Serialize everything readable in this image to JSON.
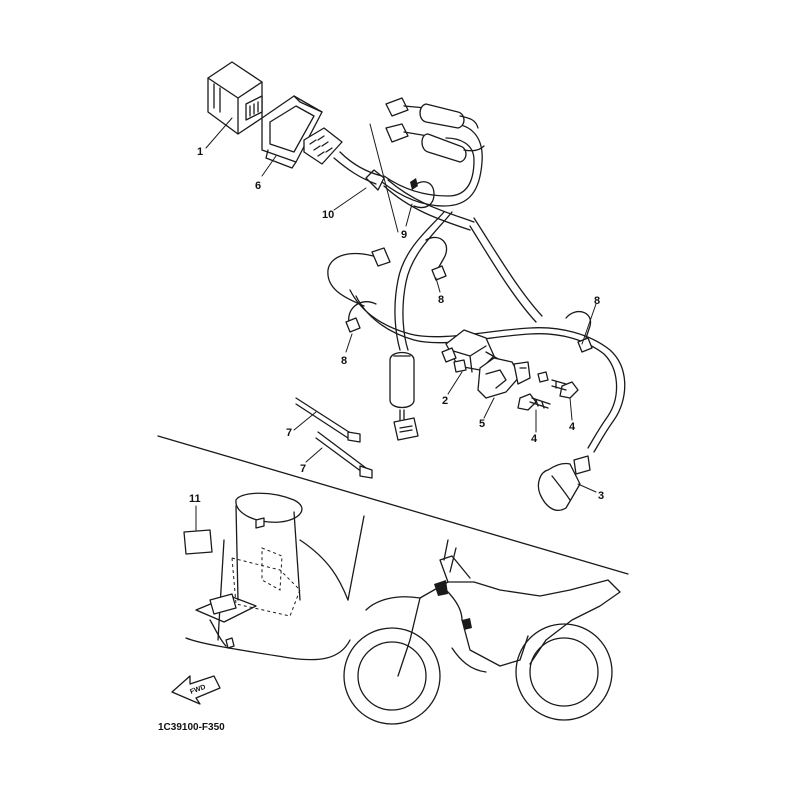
{
  "diagram": {
    "code": "1C39100-F350",
    "fwd_label": "FWD",
    "callouts": {
      "c1": "1",
      "c2": "2",
      "c3": "3",
      "c4a": "4",
      "c4b": "4",
      "c5": "5",
      "c6": "6",
      "c7a": "7",
      "c7b": "7",
      "c8a": "8",
      "c8b": "8",
      "c8c": "8",
      "c9": "9",
      "c10": "10",
      "c11": "11"
    }
  }
}
